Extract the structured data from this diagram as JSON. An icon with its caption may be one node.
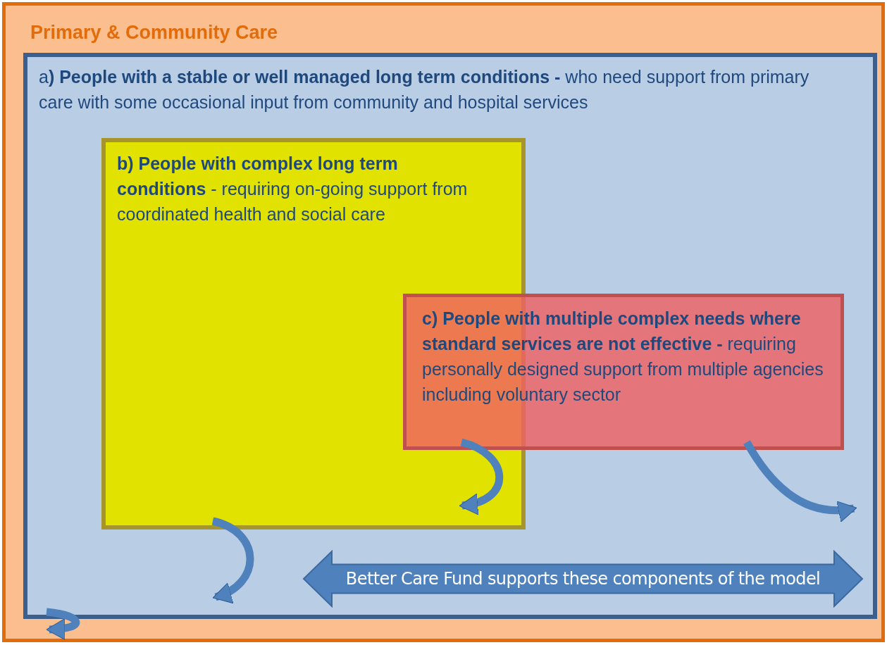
{
  "diagram": {
    "nodes": [
      {
        "text": [
          "Primary & Community Care"
        ]
      },
      {
        "text": [
          "a**) People with a stable or well managed long term conditions -** who need support from primary care with some occasional input from community and hospital services"
        ],
        "in": 0
      },
      {
        "text": [
          "**b) People with complex long term conditions** - requiring on-going support from coordinated health and social care"
        ],
        "in": 1
      },
      {
        "text": [
          "**c) People with multiple complex needs where standard services are not effective -** requiring personally designed support from multiple agencies including voluntary sector"
        ],
        "in": 1
      },
      {
        "text": [
          "Better Care Fund supports these components of the model"
        ],
        "in": 1
      }
    ],
    "edges": [
      {
        "from": 2,
        "to": 1,
        "arrow": "to"
      },
      {
        "from": 3,
        "to": 2,
        "arrow": "to"
      },
      {
        "from": 3,
        "to": 1,
        "arrow": "to"
      },
      {
        "from": 1,
        "to": 0,
        "arrow": "to"
      }
    ]
  }
}
